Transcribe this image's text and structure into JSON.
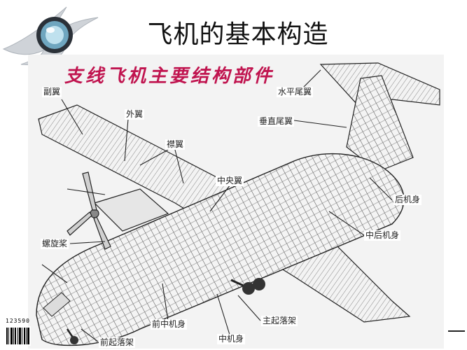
{
  "slide": {
    "title": "飞机的基本构造"
  },
  "figure": {
    "heading": "支线飞机主要结构部件",
    "labels": {
      "aileron": "副翼",
      "outer_wing": "外翼",
      "flap": "襟翼",
      "center_wing": "中央翼",
      "horizontal_tail": "水平尾翼",
      "vertical_tail": "垂直尾翼",
      "rear_fuselage": "后机身",
      "mid_rear_fuselage": "中后机身",
      "propeller": "螺旋桨",
      "front_mid_fuselage": "前中机身",
      "main_landing_gear": "主起落架",
      "mid_fuselage": "中机身",
      "nose_landing_gear": "前起落架"
    }
  },
  "barcode": {
    "number": "123590"
  }
}
